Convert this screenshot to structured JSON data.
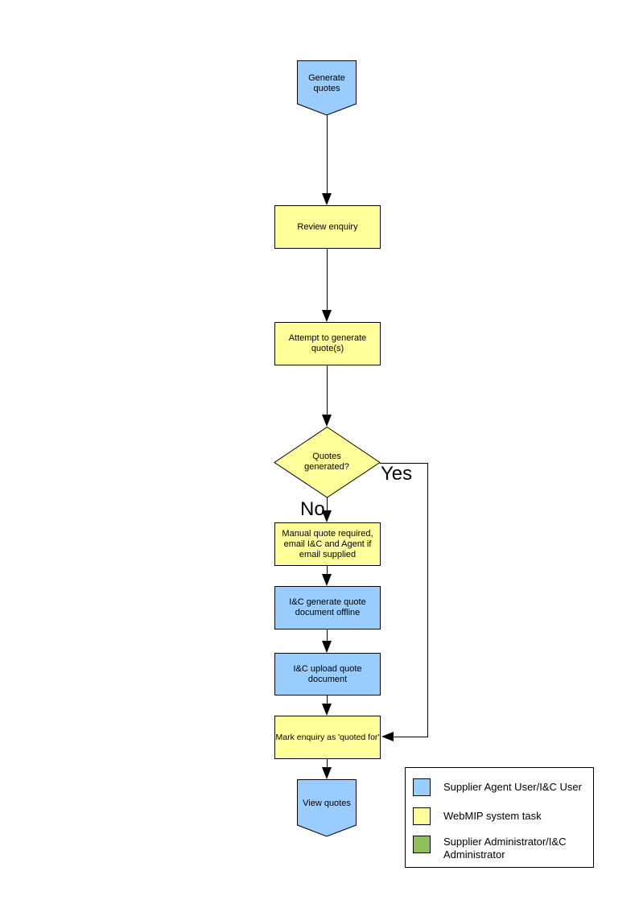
{
  "colors": {
    "blue": "#99CCFF",
    "yellow": "#FFFF99",
    "green": "#8FBE5A",
    "line": "#000000"
  },
  "flow": {
    "start_label": "Generate quotes",
    "review_label": "Review enquiry",
    "attempt_label": "Attempt to generate quote(s)",
    "decision_label": "Quotes generated?",
    "yes_label": "Yes",
    "no_label": "No",
    "manual_label": "Manual quote required, email I&C and Agent if email supplied",
    "ic_generate_label": "I&C generate quote document offline",
    "ic_upload_label": "I&C upload quote document",
    "mark_label": "Mark enquiry as 'quoted for'",
    "end_label": "View quotes"
  },
  "legend": {
    "items": [
      {
        "label": "Supplier Agent User/I&C User",
        "color": "#99CCFF"
      },
      {
        "label": "WebMIP system task",
        "color": "#FFFF99"
      },
      {
        "label": "Supplier Administrator/I&C Administrator",
        "color": "#8FBE5A"
      }
    ]
  }
}
